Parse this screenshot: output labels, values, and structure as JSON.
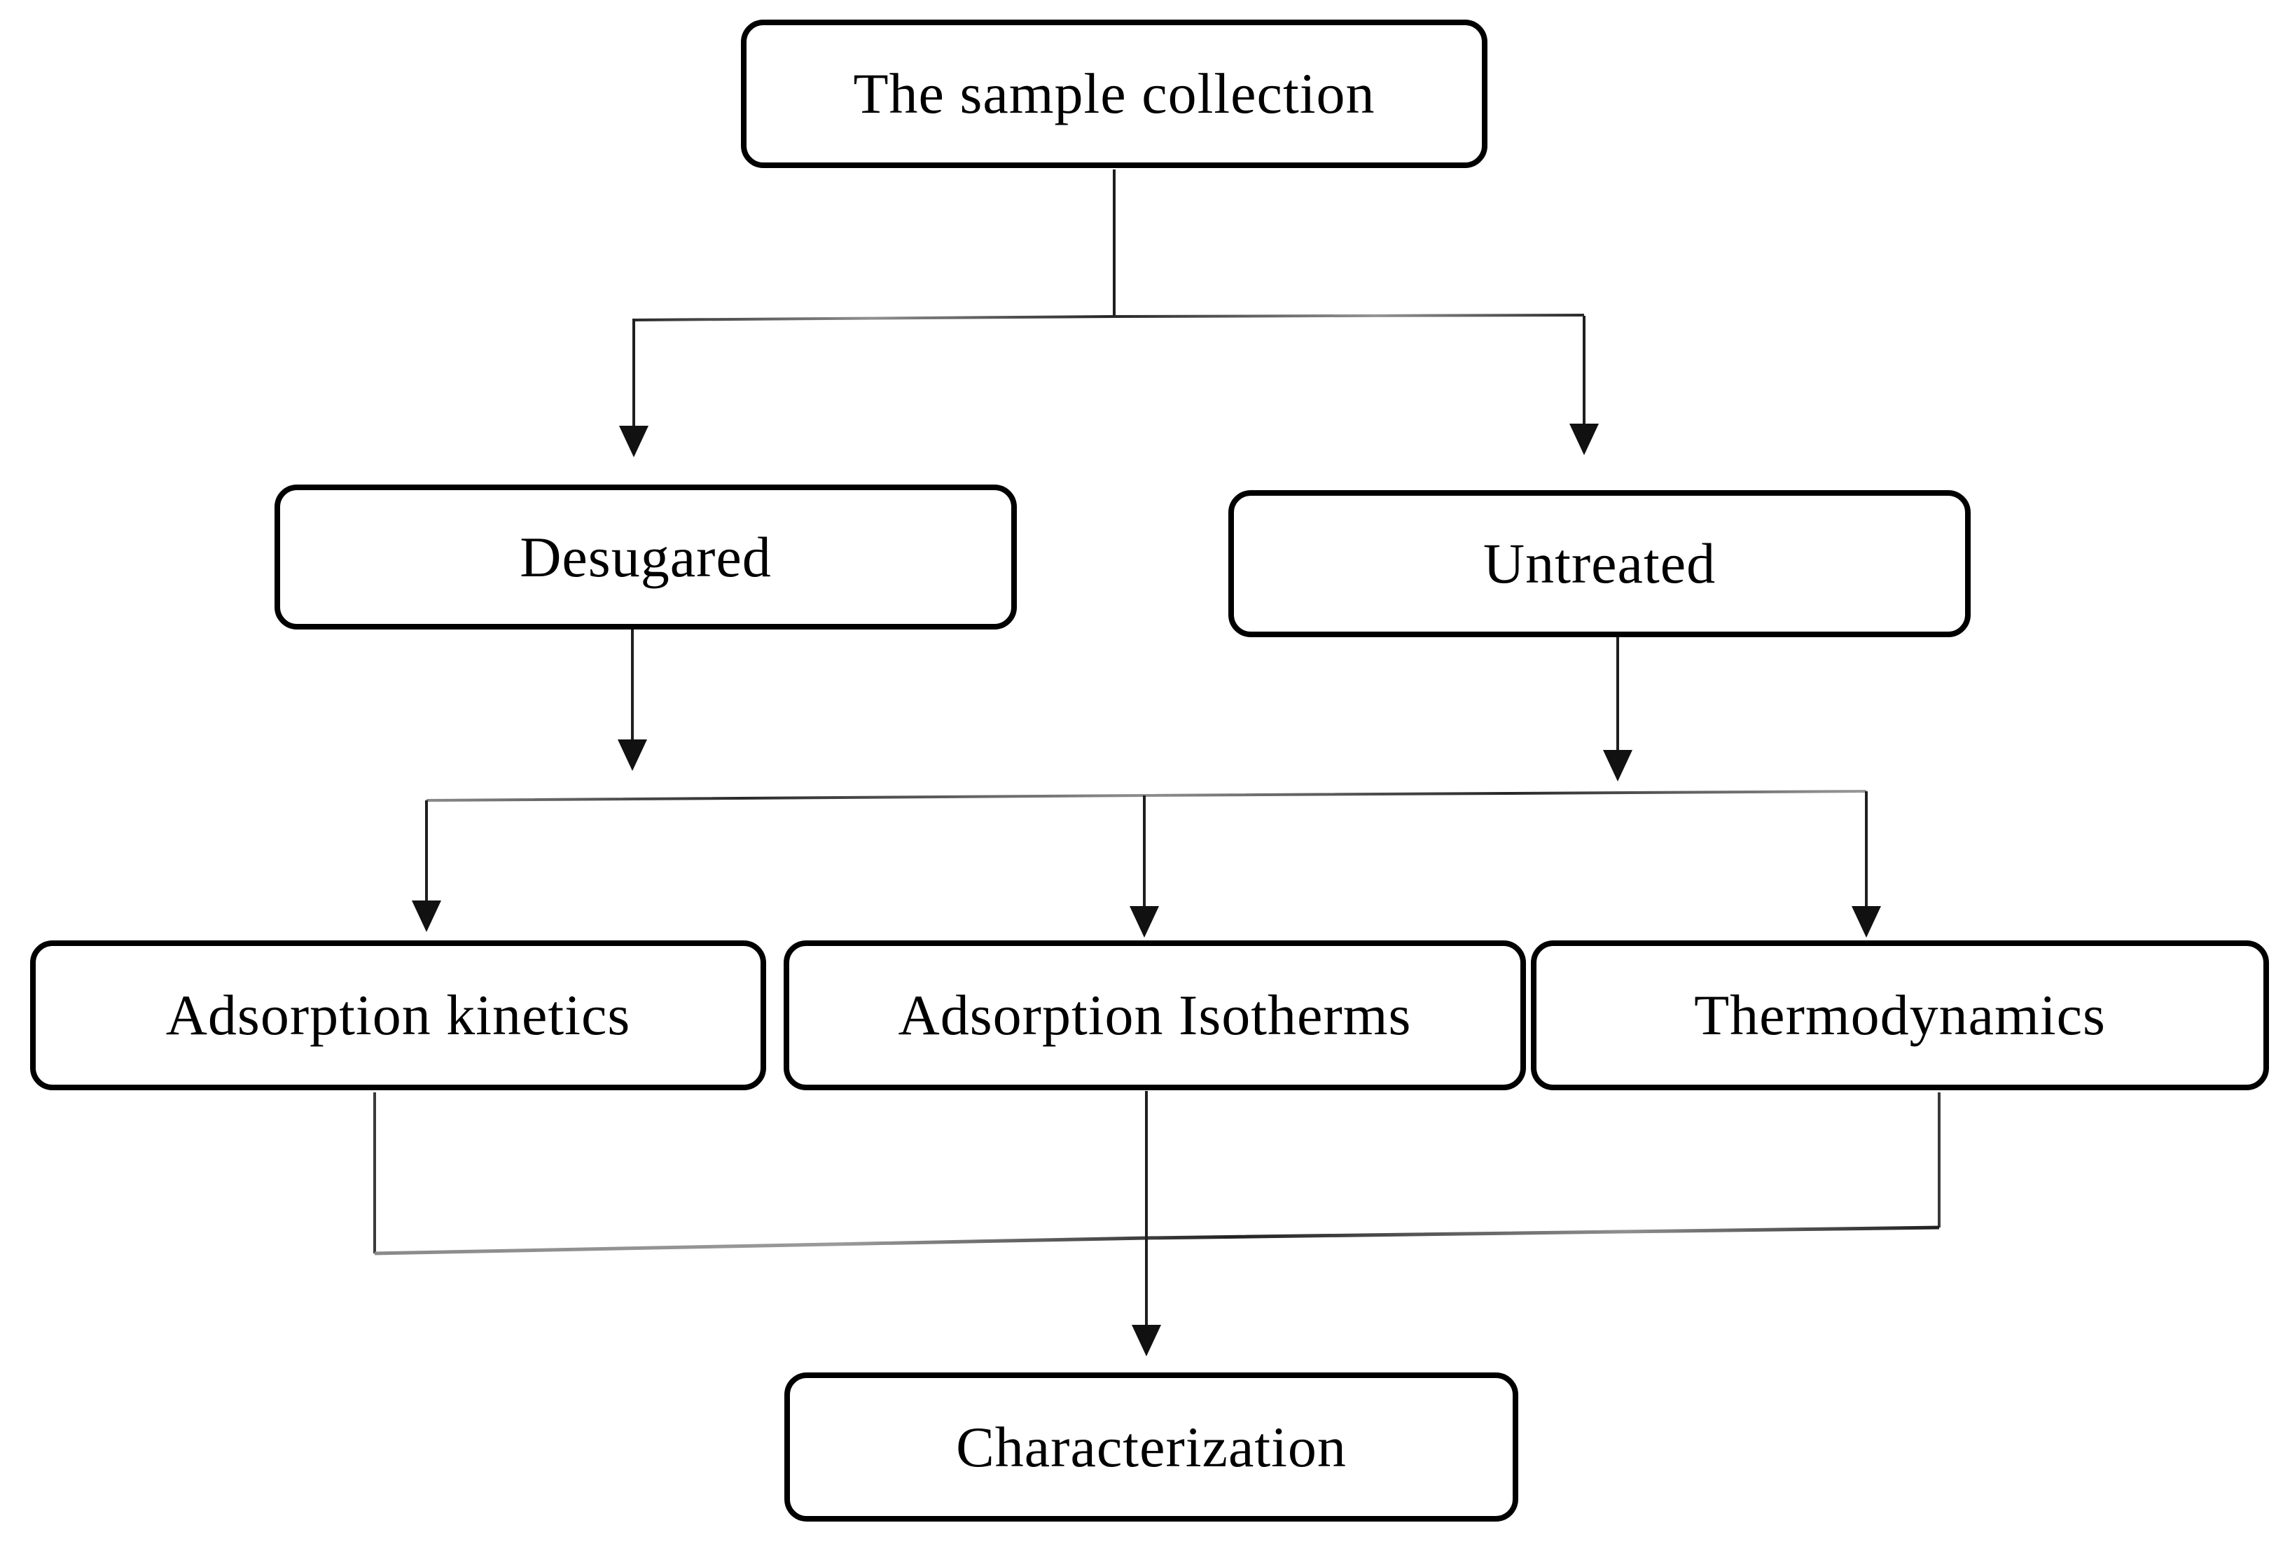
{
  "diagram": {
    "type": "flowchart",
    "nodes": [
      {
        "id": "sample-collection",
        "label": "The sample collection"
      },
      {
        "id": "desugared",
        "label": "Desugared"
      },
      {
        "id": "untreated",
        "label": "Untreated"
      },
      {
        "id": "adsorption-kinetics",
        "label": "Adsorption kinetics"
      },
      {
        "id": "adsorption-isotherms",
        "label": "Adsorption Isotherms"
      },
      {
        "id": "thermodynamics",
        "label": "Thermodynamics"
      },
      {
        "id": "characterization",
        "label": "Characterization"
      }
    ],
    "edges": [
      {
        "from": "sample-collection",
        "to": "desugared"
      },
      {
        "from": "sample-collection",
        "to": "untreated"
      },
      {
        "from": "desugared",
        "to": "adsorption-kinetics"
      },
      {
        "from": "desugared",
        "to": "adsorption-isotherms"
      },
      {
        "from": "desugared",
        "to": "thermodynamics"
      },
      {
        "from": "untreated",
        "to": "adsorption-kinetics"
      },
      {
        "from": "untreated",
        "to": "adsorption-isotherms"
      },
      {
        "from": "untreated",
        "to": "thermodynamics"
      },
      {
        "from": "adsorption-kinetics",
        "to": "characterization"
      },
      {
        "from": "adsorption-isotherms",
        "to": "characterization"
      },
      {
        "from": "thermodynamics",
        "to": "characterization"
      }
    ],
    "colors": {
      "background": "#ffffff",
      "box_fill": "#ffffff",
      "box_border": "#000000",
      "connector_dark": "#1f1f1f",
      "connector_gray": "#8f8f8f",
      "arrowhead": "#111111"
    }
  }
}
